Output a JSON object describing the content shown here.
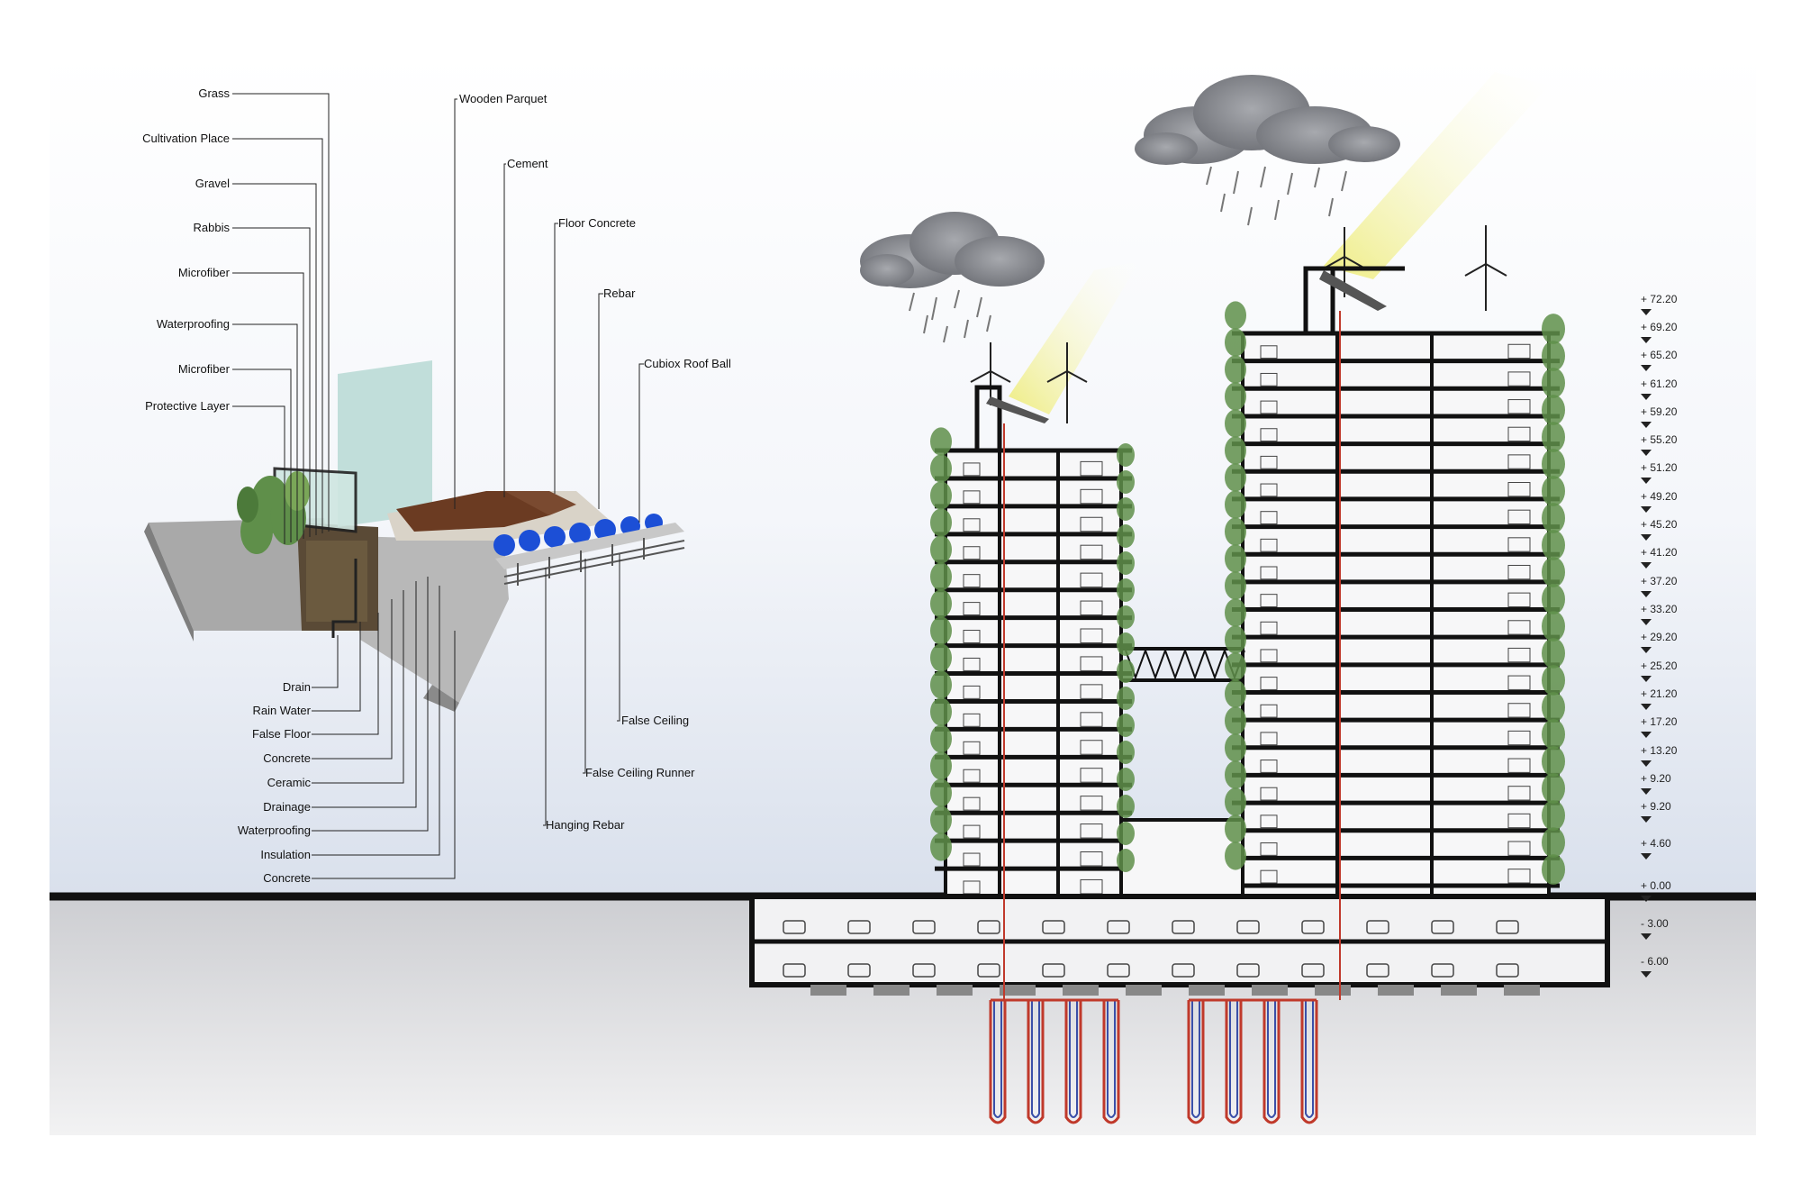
{
  "detail_labels_left": [
    "Grass",
    "Cultivation Place",
    "Gravel",
    "Rabbis",
    "Microfiber",
    "Waterproofing",
    "Microfiber",
    "Protective Layer"
  ],
  "detail_labels_top": [
    "Wooden Parquet",
    "Cement",
    "Floor Concrete",
    "Rebar",
    "Cubiox Roof Ball"
  ],
  "detail_labels_bottom": [
    "Drain",
    "Rain Water",
    "False Floor",
    "Concrete",
    "Ceramic",
    "Drainage",
    "Waterproofing",
    "Insulation",
    "Concrete"
  ],
  "detail_labels_bottom_right": [
    "False Ceiling",
    "False Ceiling Runner",
    "Hanging Rebar"
  ],
  "elevations": [
    "+ 72.20",
    "+ 69.20",
    "+ 65.20",
    "+ 61.20",
    "+ 59.20",
    "+ 55.20",
    "+ 51.20",
    "+ 49.20",
    "+ 45.20",
    "+ 41.20",
    "+ 37.20",
    "+ 33.20",
    "+ 29.20",
    "+ 25.20",
    "+ 21.20",
    "+ 17.20",
    "+ 13.20",
    "+ 9.20",
    "+ 9.20",
    "+ 4.60",
    "+ 0.00",
    "- 3.00",
    "- 6.00"
  ],
  "colors": {
    "structure": "#111111",
    "sky_top": "#ffffff",
    "sky_bottom": "#dfe5f0",
    "ground": "#cfcfd2",
    "vegetation": "#5f8f4a",
    "pipe_red": "#c0392b",
    "pipe_blue": "#3a4fa8",
    "sunbeam": "#f3f19a",
    "cloud": "#8d8f95",
    "glass": "#b7d9d3",
    "parquet": "#6b3b22",
    "roof_ball": "#1c4fd6"
  }
}
